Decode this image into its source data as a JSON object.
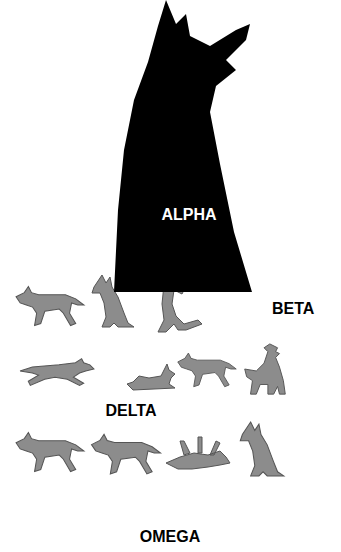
{
  "diagram": {
    "nodes": [
      {
        "text": [
          "ALPHA"
        ]
      }
    ],
    "labels": [
      "BETA",
      "DELTA",
      "OMEGA"
    ]
  }
}
